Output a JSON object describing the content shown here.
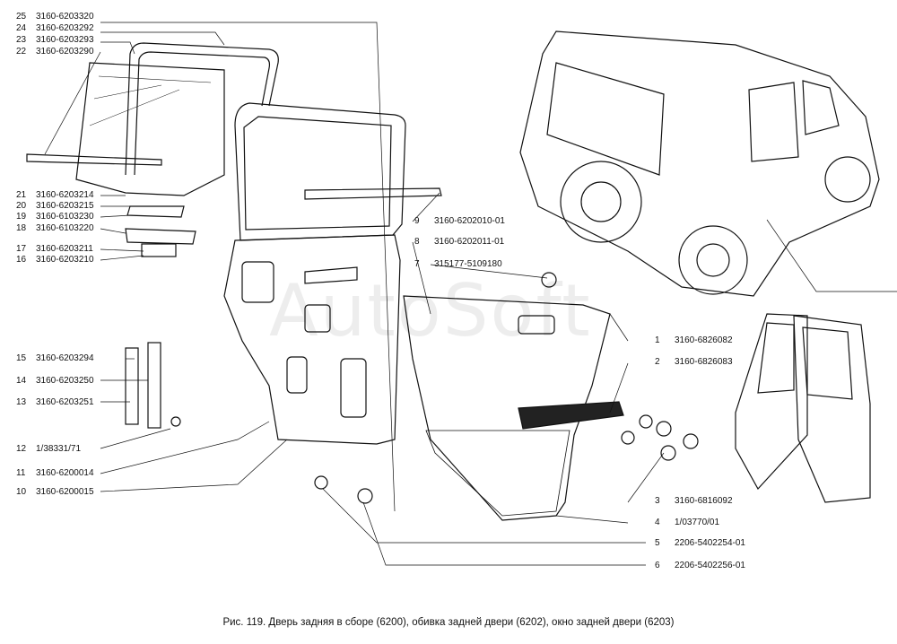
{
  "caption": "Рис. 119. Дверь задняя в сборе (6200), обивка задней двери (6202), окно задней двери (6203)",
  "watermark": "AutoSoft",
  "callouts": [
    {
      "num": "25",
      "code": "3160-6203320"
    },
    {
      "num": "24",
      "code": "3160-6203292"
    },
    {
      "num": "23",
      "code": "3160-6203293"
    },
    {
      "num": "22",
      "code": "3160-6203290"
    },
    {
      "num": "21",
      "code": "3160-6203214"
    },
    {
      "num": "20",
      "code": "3160-6203215"
    },
    {
      "num": "19",
      "code": "3160-6103230"
    },
    {
      "num": "18",
      "code": "3160-6103220"
    },
    {
      "num": "17",
      "code": "3160-6203211"
    },
    {
      "num": "16",
      "code": "3160-6203210"
    },
    {
      "num": "15",
      "code": "3160-6203294"
    },
    {
      "num": "14",
      "code": "3160-6203250"
    },
    {
      "num": "13",
      "code": "3160-6203251"
    },
    {
      "num": "12",
      "code": "1/38331/71"
    },
    {
      "num": "11",
      "code": "3160-6200014"
    },
    {
      "num": "10",
      "code": "3160-6200015"
    },
    {
      "num": "9",
      "code": "3160-6202010-01"
    },
    {
      "num": "8",
      "code": "3160-6202011-01"
    },
    {
      "num": "7",
      "code": "315177-5109180"
    },
    {
      "num": "1",
      "code": "3160-6826082"
    },
    {
      "num": "2",
      "code": "3160-6826083"
    },
    {
      "num": "3",
      "code": "3160-6816092"
    },
    {
      "num": "4",
      "code": "1/03770/01"
    },
    {
      "num": "5",
      "code": "2206-5402254-01"
    },
    {
      "num": "6",
      "code": "2206-5402256-01"
    }
  ]
}
